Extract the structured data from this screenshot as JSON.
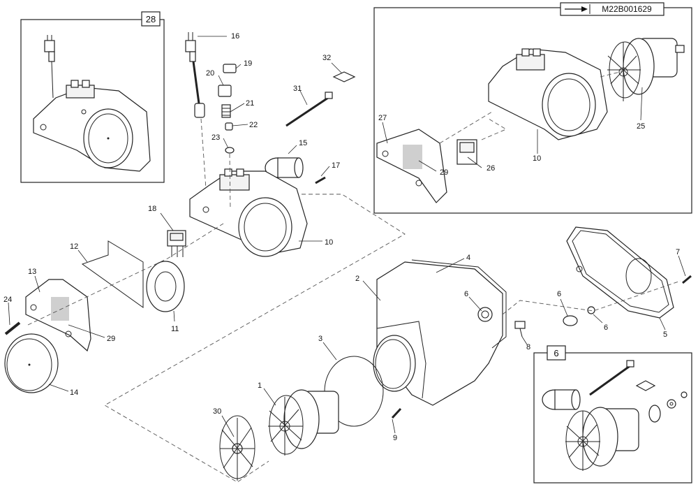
{
  "reference_code": "M22B001629",
  "boxes": {
    "top_left": "28",
    "bottom_right": "6"
  },
  "callouts": [
    {
      "id": "c1",
      "text": "1"
    },
    {
      "id": "c2",
      "text": "2"
    },
    {
      "id": "c3",
      "text": "3"
    },
    {
      "id": "c4",
      "text": "4"
    },
    {
      "id": "c5",
      "text": "5"
    },
    {
      "id": "c6a",
      "text": "6"
    },
    {
      "id": "c6b",
      "text": "6"
    },
    {
      "id": "c6c",
      "text": "6"
    },
    {
      "id": "c7",
      "text": "7"
    },
    {
      "id": "c8",
      "text": "8"
    },
    {
      "id": "c9",
      "text": "9"
    },
    {
      "id": "c10a",
      "text": "10"
    },
    {
      "id": "c10b",
      "text": "10"
    },
    {
      "id": "c11",
      "text": "11"
    },
    {
      "id": "c12",
      "text": "12"
    },
    {
      "id": "c13",
      "text": "13"
    },
    {
      "id": "c14",
      "text": "14"
    },
    {
      "id": "c15",
      "text": "15"
    },
    {
      "id": "c16",
      "text": "16"
    },
    {
      "id": "c17",
      "text": "17"
    },
    {
      "id": "c18",
      "text": "18"
    },
    {
      "id": "c19",
      "text": "19"
    },
    {
      "id": "c20",
      "text": "20"
    },
    {
      "id": "c21",
      "text": "21"
    },
    {
      "id": "c22",
      "text": "22"
    },
    {
      "id": "c23",
      "text": "23"
    },
    {
      "id": "c24",
      "text": "24"
    },
    {
      "id": "c25",
      "text": "25"
    },
    {
      "id": "c26",
      "text": "26"
    },
    {
      "id": "c27",
      "text": "27"
    },
    {
      "id": "c29a",
      "text": "29"
    },
    {
      "id": "c29b",
      "text": "29"
    },
    {
      "id": "c30",
      "text": "30"
    },
    {
      "id": "c31",
      "text": "31"
    },
    {
      "id": "c32",
      "text": "32"
    }
  ]
}
